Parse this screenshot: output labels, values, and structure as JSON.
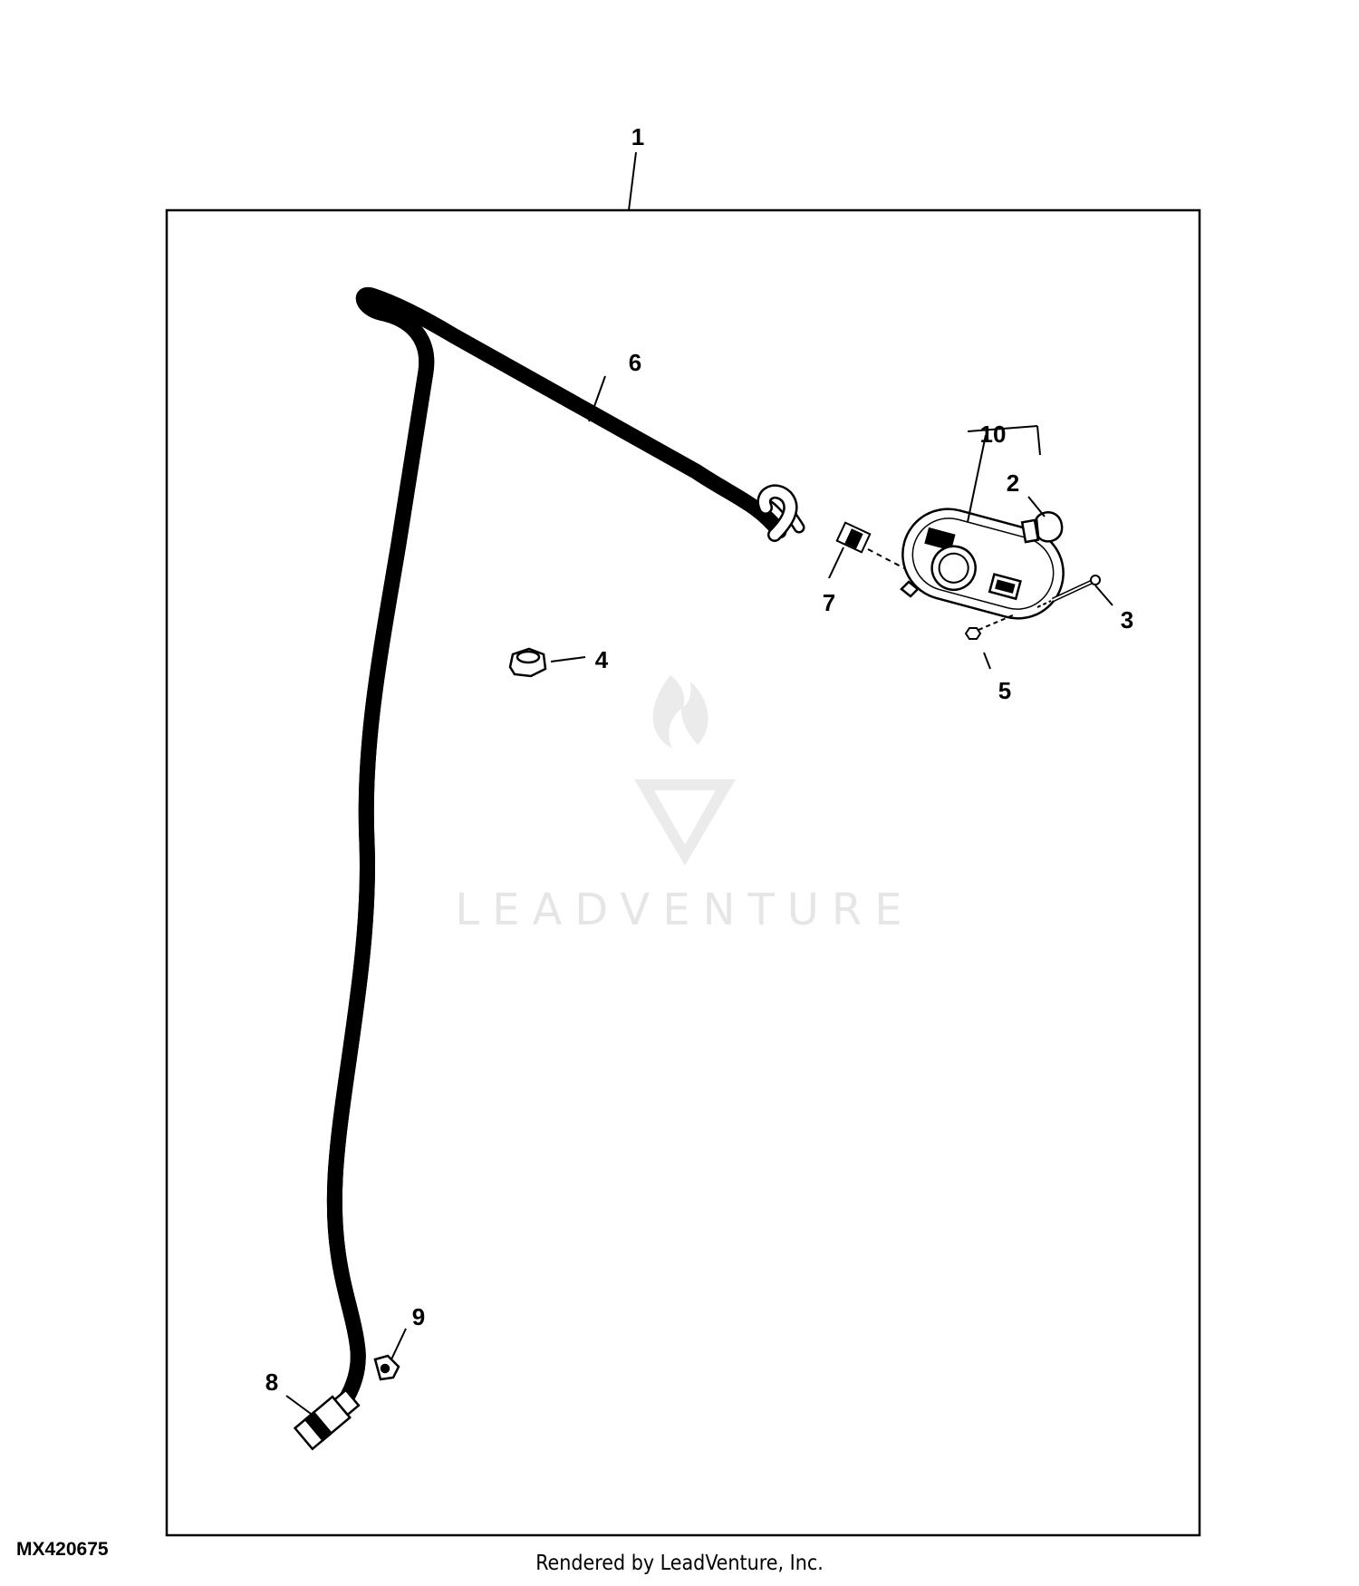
{
  "figure_id": "MX420675",
  "credit": "Rendered by LeadVenture, Inc.",
  "watermark": {
    "text": "LEADVENTURE",
    "icon": "leadventure-flame-logo-icon",
    "color": "#e6e6e6"
  },
  "callouts": [
    "1",
    "2",
    "3",
    "4",
    "5",
    "6",
    "7",
    "8",
    "9",
    "10"
  ],
  "colors": {
    "line": "#000000",
    "background": "#ffffff"
  }
}
